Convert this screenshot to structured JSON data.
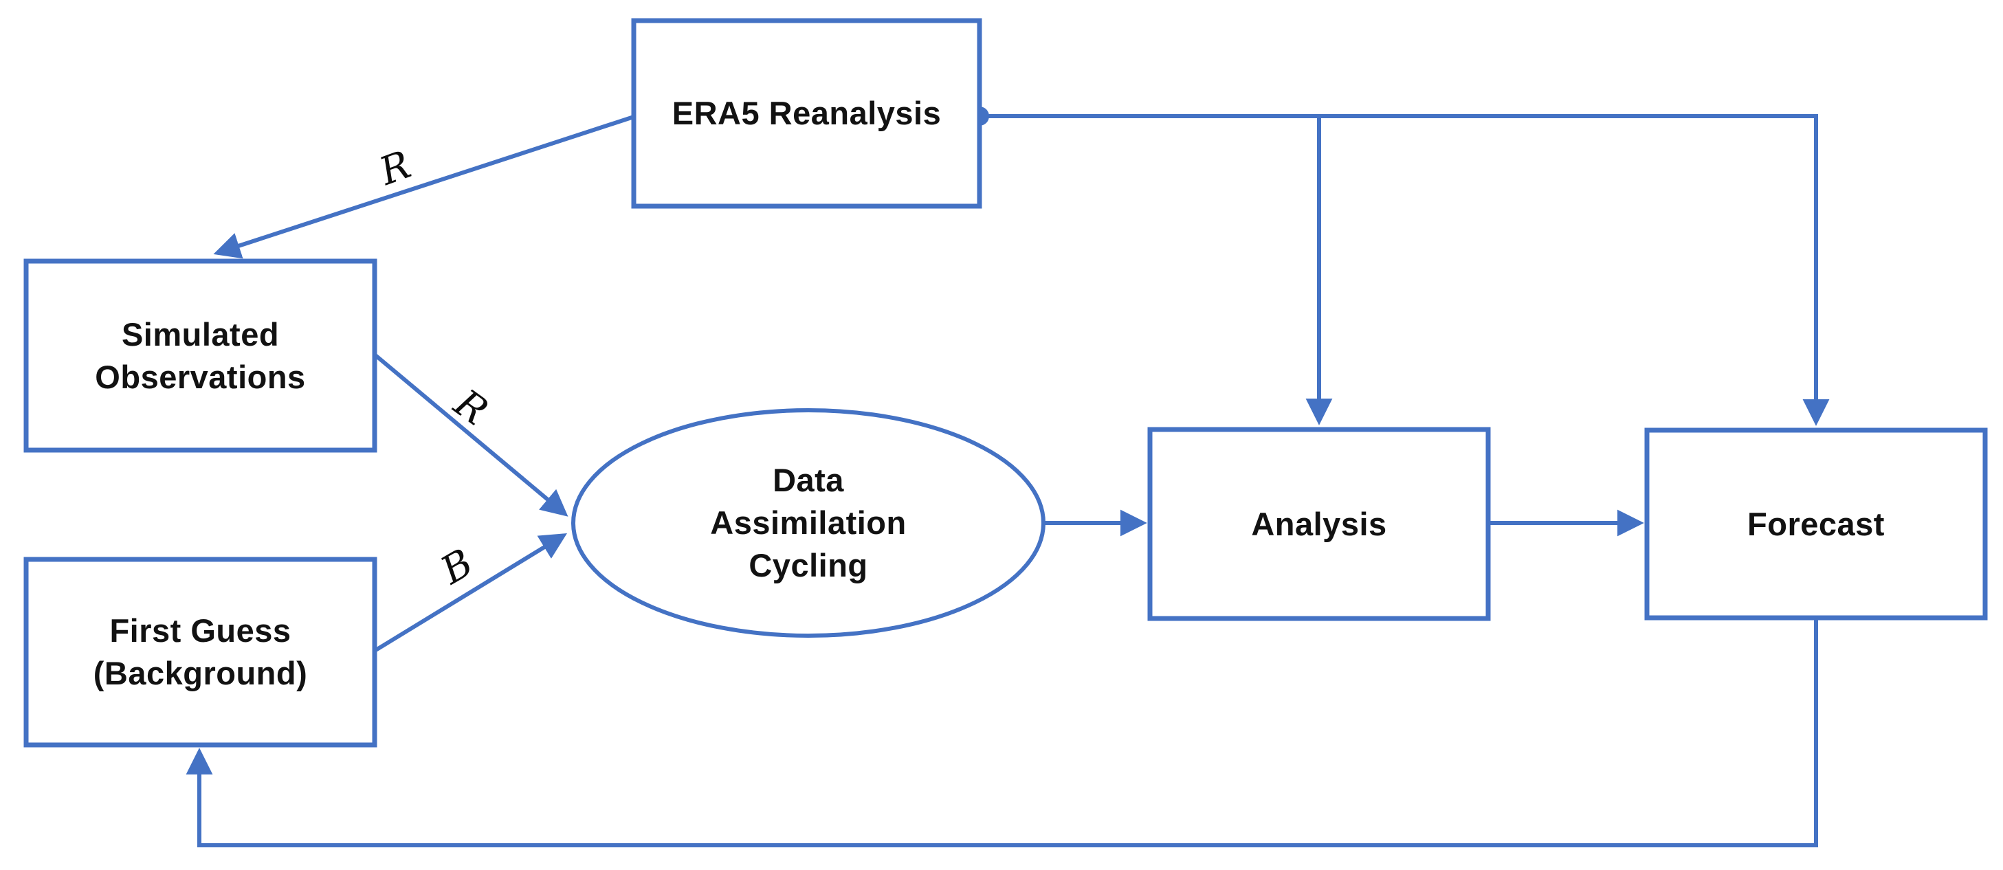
{
  "diagram": {
    "background_color": "#ffffff",
    "accent_color": "#4472C4",
    "text_color": "#121212",
    "nodes": {
      "era5": {
        "shape": "rectangle",
        "label": "ERA5 Reanalysis"
      },
      "simulated_observations": {
        "shape": "rectangle",
        "lines": [
          "Simulated",
          "Observations"
        ]
      },
      "first_guess": {
        "shape": "rectangle",
        "lines": [
          "First Guess",
          "(Background)"
        ]
      },
      "data_assimilation_cycling": {
        "shape": "ellipse",
        "lines": [
          "Data",
          "Assimilation",
          "Cycling"
        ]
      },
      "analysis": {
        "shape": "rectangle",
        "label": "Analysis"
      },
      "forecast": {
        "shape": "rectangle",
        "label": "Forecast"
      }
    },
    "edge_labels": {
      "era5_to_simulated_observations": "R",
      "simulated_observations_to_cycling": "R",
      "first_guess_to_cycling": "B"
    },
    "edges": [
      "ERA5 Reanalysis -> Simulated Observations (R)",
      "Simulated Observations -> Data Assimilation Cycling (R)",
      "First Guess (Background) -> Data Assimilation Cycling (B)",
      "Data Assimilation Cycling -> Analysis",
      "Analysis -> Forecast",
      "ERA5 Reanalysis -> Analysis",
      "ERA5 Reanalysis -> Forecast",
      "Forecast -> First Guess (Background)"
    ]
  }
}
